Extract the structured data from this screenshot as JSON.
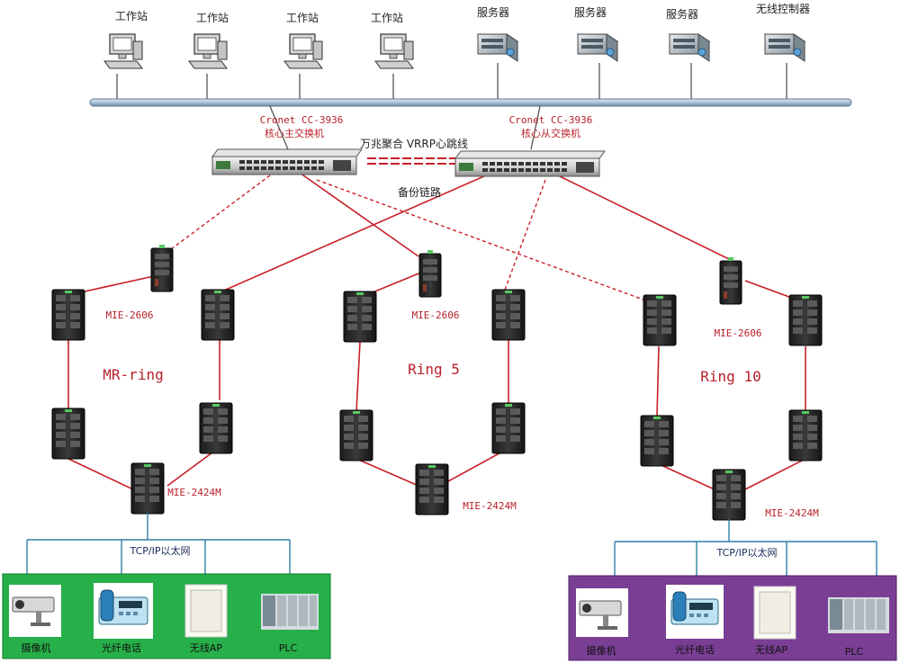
{
  "top_devices": [
    "工作站",
    "工作站",
    "工作站",
    "工作站",
    "服务器",
    "服务器",
    "服务器",
    "无线控制器"
  ],
  "core": {
    "main_model": "Cronet CC-3936",
    "main_role": "核心主交换机",
    "backup_model": "Cronet CC-3936",
    "backup_role": "核心从交换机",
    "link_label": "万兆聚合 VRRP心跳线",
    "backup_link_label": "备份链路"
  },
  "rings": [
    {
      "name": "MR-ring",
      "entry_model": "MIE-2606",
      "bottom_model": "MIE-2424M"
    },
    {
      "name": "Ring 5",
      "entry_model": "MIE-2606",
      "bottom_model": "MIE-2424M"
    },
    {
      "name": "Ring 10",
      "entry_model": "MIE-2606",
      "bottom_model": "MIE-2424M"
    }
  ],
  "ethernet_label": "TCP/IP以太网",
  "endpoints": [
    "摄像机",
    "光纤电话",
    "无线AP",
    "PLC"
  ],
  "colors": {
    "ring_link": "#c8202a",
    "backup_link": "#c8202a",
    "bus": "#9fb6cc",
    "eth_lines": "#2f7fa8",
    "left_panel": "#27b04a",
    "right_panel": "#7a3f94"
  }
}
